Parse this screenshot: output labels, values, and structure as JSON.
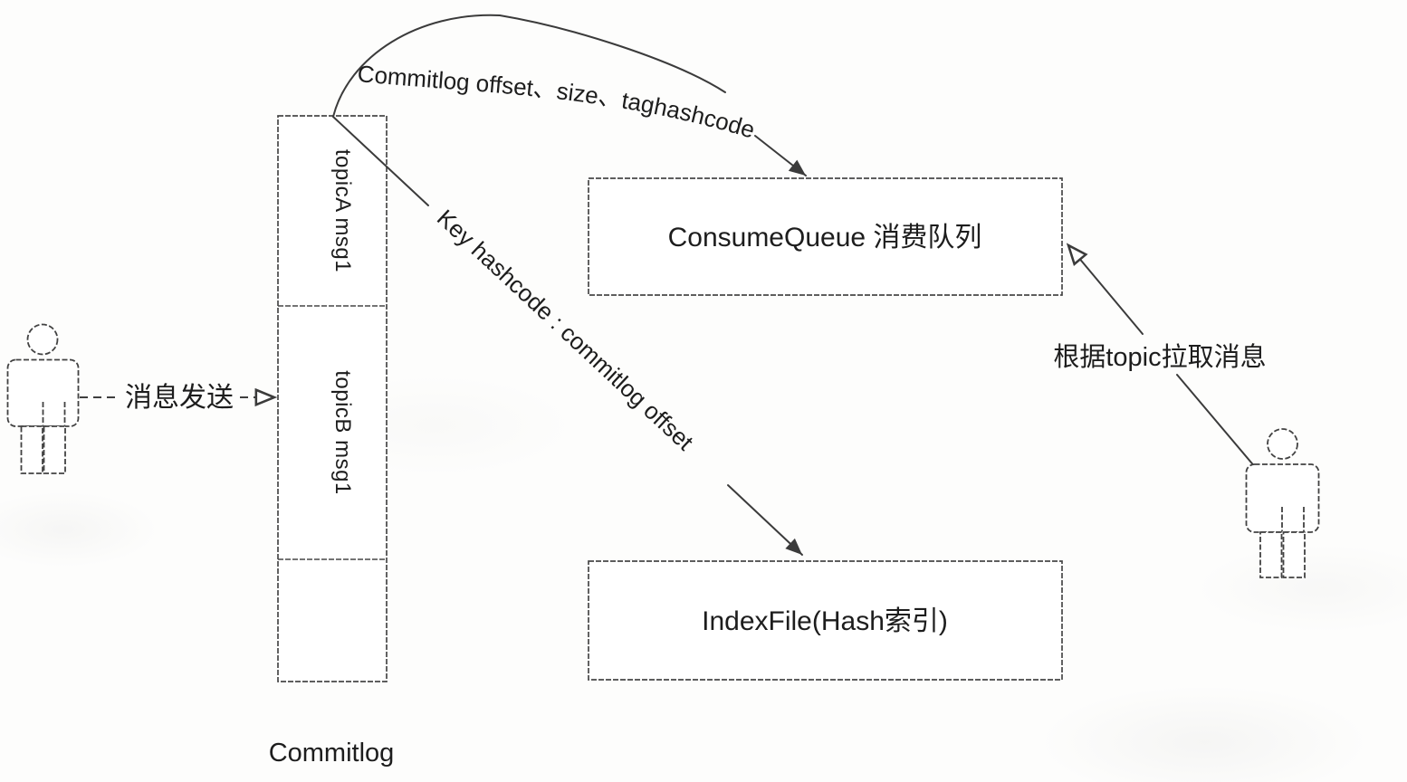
{
  "colors": {
    "background": "#fdfdfc",
    "line": "#3b3b3b",
    "text": "#1d1d1d"
  },
  "icons": {
    "producer": "actor-person-icon",
    "consumer": "actor-person-icon"
  },
  "commitlog": {
    "segments": [
      "topicA msg1",
      "topicB msg1"
    ],
    "caption": "Commitlog"
  },
  "nodes": {
    "consume_queue": "ConsumeQueue 消费队列",
    "index_file": "IndexFile(Hash索引)"
  },
  "edges": {
    "send_label": "消息发送",
    "consume_queue_label": "Commitlog offset、size、taghashcode",
    "index_file_label": "Key hashcode : commitlog offset",
    "pull_label": "根据topic拉取消息"
  }
}
